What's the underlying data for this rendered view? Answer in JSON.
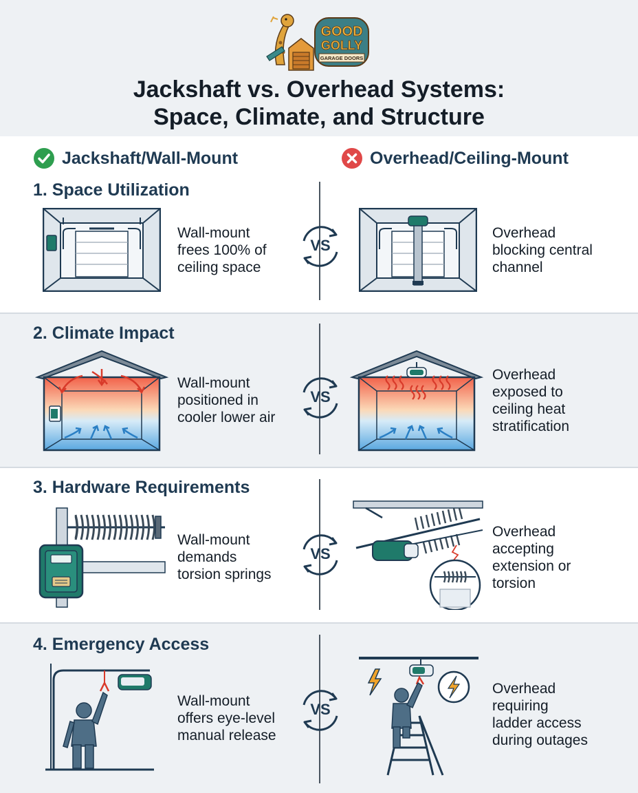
{
  "header": {
    "logo": {
      "line1": "GOOD",
      "line2": "GOLLY",
      "line3": "GARAGE DOORS",
      "icon": "giraffe-mascot-icon"
    },
    "title_line1": "Jackshaft vs. Overhead Systems:",
    "title_line2": "Space, Climate, and Structure"
  },
  "columns": {
    "left": {
      "label": "Jackshaft/Wall-Mount",
      "icon": "check-circle-icon",
      "color": "#2e9e4f"
    },
    "right": {
      "label": "Overhead/Ceiling-Mount",
      "icon": "x-circle-icon",
      "color": "#e04848"
    }
  },
  "vs_label": "VS",
  "sections": [
    {
      "title": "1. Space Utilization",
      "left_text": [
        "Wall-mount",
        "frees 100% of",
        "ceiling space"
      ],
      "right_text": [
        "Overhead",
        "blocking central",
        "channel"
      ]
    },
    {
      "title": "2. Climate Impact",
      "left_text": [
        "Wall-mount",
        "positioned in",
        "cooler lower air"
      ],
      "right_text": [
        "Overhead",
        "exposed to",
        "ceiling heat",
        "stratification"
      ]
    },
    {
      "title": "3. Hardware Requirements",
      "left_text": [
        "Wall-mount",
        "demands",
        "torsion springs"
      ],
      "right_text": [
        "Overhead",
        "accepting",
        "extension or",
        "torsion"
      ]
    },
    {
      "title": "4. Emergency Access",
      "left_text": [
        "Wall-mount",
        "offers eye-level",
        "manual release"
      ],
      "right_text": [
        "Overhead",
        "requiring",
        "ladder access",
        "during outages"
      ]
    }
  ],
  "colors": {
    "navy": "#1f3a52",
    "teal": "#1f7a6a",
    "warm": "#f2624a",
    "cool": "#5aa8e0",
    "shade": "#eef1f4"
  }
}
